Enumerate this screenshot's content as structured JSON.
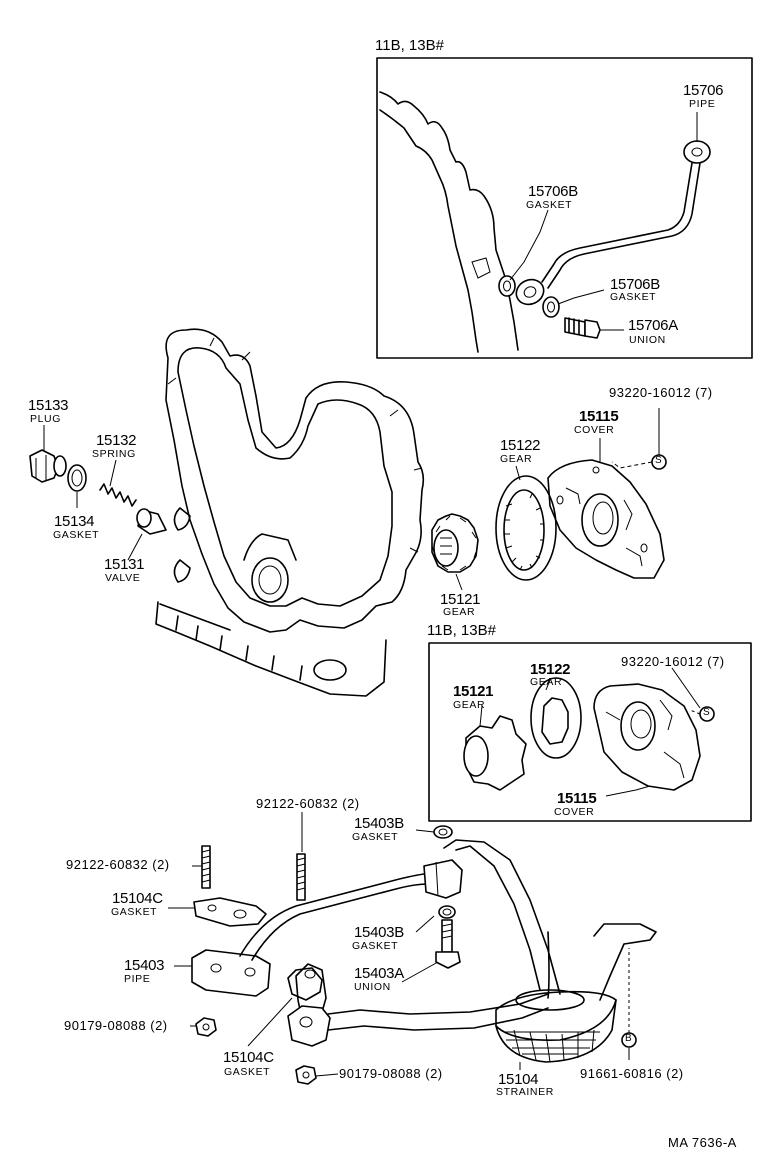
{
  "insets": {
    "top_title": "11B, 13B#",
    "mid_title": "11B, 13B#"
  },
  "labels": {
    "p15706": {
      "number": "15706",
      "name": "PIPE"
    },
    "p15706B_1": {
      "number": "15706B",
      "name": "GASKET"
    },
    "p15706B_2": {
      "number": "15706B",
      "name": "GASKET"
    },
    "p15706A": {
      "number": "15706A",
      "name": "UNION"
    },
    "p15133": {
      "number": "15133",
      "name": "PLUG"
    },
    "p15132": {
      "number": "15132",
      "name": "SPRING"
    },
    "p15134": {
      "number": "15134",
      "name": "GASKET"
    },
    "p15131": {
      "number": "15131",
      "name": "VALVE"
    },
    "p93220_a": {
      "number": "93220-16012 (7)"
    },
    "p15115_a": {
      "number": "15115",
      "name": "COVER"
    },
    "p15122_a": {
      "number": "15122",
      "name": "GEAR"
    },
    "p15121_a": {
      "number": "15121",
      "name": "GEAR"
    },
    "p15122_b": {
      "number": "15122",
      "name": "GEAR"
    },
    "p15121_b": {
      "number": "15121",
      "name": "GEAR"
    },
    "p93220_b": {
      "number": "93220-16012 (7)"
    },
    "p15115_b": {
      "number": "15115",
      "name": "COVER"
    },
    "p92122_a": {
      "number": "92122-60832 (2)"
    },
    "p92122_b": {
      "number": "92122-60832 (2)"
    },
    "p15403B_1": {
      "number": "15403B",
      "name": "GASKET"
    },
    "p15104C_1": {
      "number": "15104C",
      "name": "GASKET"
    },
    "p15403B_2": {
      "number": "15403B",
      "name": "GASKET"
    },
    "p15403": {
      "number": "15403",
      "name": "PIPE"
    },
    "p15403A": {
      "number": "15403A",
      "name": "UNION"
    },
    "p90179_a": {
      "number": "90179-08088 (2)"
    },
    "p15104C_2": {
      "number": "15104C",
      "name": "GASKET"
    },
    "p90179_b": {
      "number": "90179-08088 (2)"
    },
    "p15104": {
      "number": "15104",
      "name": "STRAINER"
    },
    "p91661": {
      "number": "91661-60816 (2)"
    }
  },
  "symbols": {
    "s_a": "S",
    "s_b": "S",
    "b": "B"
  },
  "drawing_code": "MA 7636-A"
}
